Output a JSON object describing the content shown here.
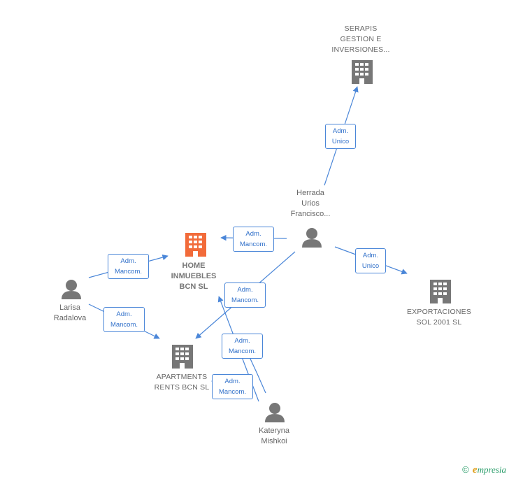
{
  "nodes": {
    "home": {
      "lines": [
        "HOME",
        "INMUEBLES",
        "BCN  SL"
      ],
      "color": "#f26b3a"
    },
    "serapis": {
      "lines": [
        "SERAPIS",
        "GESTION E",
        "INVERSIONES..."
      ]
    },
    "exportaciones": {
      "lines": [
        "EXPORTACIONES",
        "SOL 2001  SL"
      ]
    },
    "apartments": {
      "lines": [
        "APARTMENTS",
        "RENTS BCN  SL"
      ]
    },
    "herrada": {
      "lines": [
        "Herrada",
        "Urios",
        "Francisco..."
      ]
    },
    "larisa": {
      "lines": [
        "Larisa",
        "Radalova"
      ]
    },
    "kateryna": {
      "lines": [
        "Kateryna",
        "Mishkoi"
      ]
    }
  },
  "edges": [
    {
      "id": "herrada-serapis",
      "lines": [
        "Adm.",
        "Unico"
      ]
    },
    {
      "id": "herrada-home",
      "lines": [
        "Adm.",
        "Mancom."
      ]
    },
    {
      "id": "herrada-exportaciones",
      "lines": [
        "Adm.",
        "Unico"
      ]
    },
    {
      "id": "herrada-apartments",
      "lines": [
        "Adm.",
        "Mancom."
      ]
    },
    {
      "id": "larisa-home",
      "lines": [
        "Adm.",
        "Mancom."
      ]
    },
    {
      "id": "larisa-apartments",
      "lines": [
        "Adm.",
        "Mancom."
      ]
    },
    {
      "id": "kateryna-home",
      "lines": [
        "Adm.",
        "Mancom."
      ]
    },
    {
      "id": "kateryna-apartments",
      "lines": [
        "Adm.",
        "Mancom."
      ]
    }
  ],
  "colors": {
    "edge": "#4a86d8",
    "company_icon": "#777777",
    "person_icon": "#777777",
    "main_company": "#f26b3a"
  },
  "footer": {
    "copyright": "©",
    "brand_initial": "e",
    "brand_rest": "mpresia"
  }
}
